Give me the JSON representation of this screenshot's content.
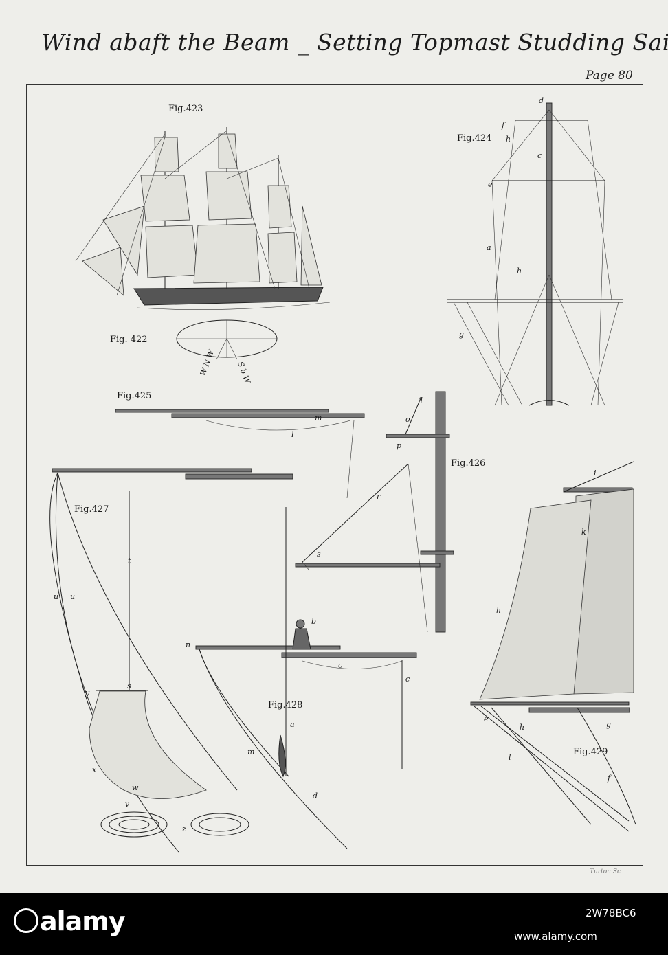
{
  "plate": {
    "title": "Wind abaft the Beam _ Setting Topmast Studding Sails,",
    "page": "Page 80",
    "engraver": "Turton Sc"
  },
  "figures": {
    "fig422": {
      "label": "Fig. 422",
      "compass": [
        "W N W",
        "S b W"
      ]
    },
    "fig423": {
      "label": "Fig.423"
    },
    "fig424": {
      "label": "Fig.424",
      "letters": [
        "d",
        "f",
        "h",
        "c",
        "e",
        "a",
        "h",
        "g"
      ]
    },
    "fig425": {
      "label": "Fig.425",
      "letters": [
        "m",
        "l"
      ]
    },
    "fig426": {
      "label": "Fig.426",
      "letters": [
        "q",
        "o",
        "p",
        "r",
        "s"
      ]
    },
    "fig427": {
      "label": "Fig.427",
      "letters": [
        "t",
        "u",
        "u",
        "y",
        "s",
        "x",
        "w",
        "v",
        "z"
      ]
    },
    "fig428": {
      "label": "Fig.428",
      "letters": [
        "b",
        "n",
        "c",
        "c",
        "a",
        "m",
        "d"
      ]
    },
    "fig429": {
      "label": "Fig.429",
      "letters": [
        "i",
        "k",
        "h",
        "e",
        "h",
        "g",
        "l",
        "f"
      ]
    }
  },
  "watermark": {
    "brand": "alamy",
    "image_id": "2W78BC6",
    "url": "www.alamy.com"
  }
}
